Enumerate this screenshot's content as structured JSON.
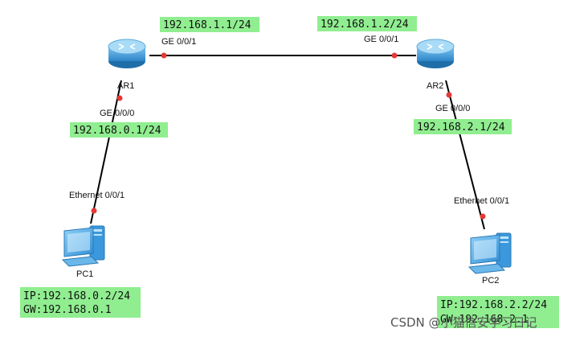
{
  "devices": {
    "ar1": {
      "name": "AR1",
      "type": "router"
    },
    "ar2": {
      "name": "AR2",
      "type": "router"
    },
    "pc1": {
      "name": "PC1",
      "type": "pc",
      "ip": "IP:192.168.0.2/24",
      "gw": "GW:192.168.0.1"
    },
    "pc2": {
      "name": "PC2",
      "type": "pc",
      "ip": "IP:192.168.2.2/24",
      "gw": "GW:192.168.2.1"
    }
  },
  "interfaces": {
    "ar1_ge001": {
      "port": "GE 0/0/1",
      "ip": "192.168.1.1/24"
    },
    "ar2_ge001": {
      "port": "GE 0/0/1",
      "ip": "192.168.1.2/24"
    },
    "ar1_ge000": {
      "port": "GE 0/0/0",
      "ip": "192.168.0.1/24"
    },
    "ar2_ge000": {
      "port": "GE 0/0/0",
      "ip": "192.168.2.1/24"
    },
    "pc1_eth": {
      "port": "Ethernet 0/0/1"
    },
    "pc2_eth": {
      "port": "Ethernet 0/0/1"
    }
  },
  "links": [
    {
      "from": "AR1",
      "to": "AR2"
    },
    {
      "from": "AR1",
      "to": "PC1"
    },
    {
      "from": "AR2",
      "to": "PC2"
    }
  ],
  "watermark": "CSDN @小猫信安学习日记",
  "colors": {
    "ip_label_bg": "#90EE90",
    "link": "#000000",
    "port_dot": "#e53935",
    "router_body": "#4aa3df",
    "pc_screen": "#49a9e8"
  }
}
